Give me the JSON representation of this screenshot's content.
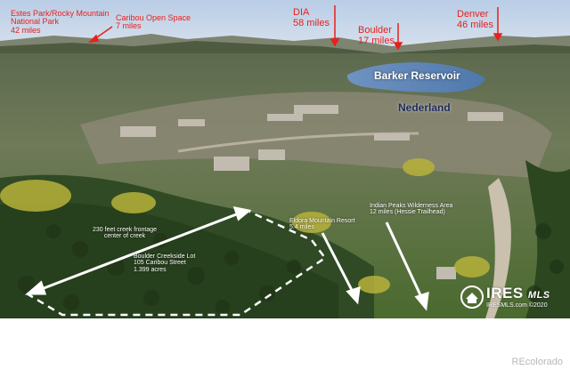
{
  "labels": {
    "estes_park": [
      "Estes Park/Rocky Mountain",
      "National Park",
      "42 miles"
    ],
    "caribou": [
      "Caribou Open Space",
      "7 miles"
    ],
    "dia": [
      "DIA",
      "58 miles"
    ],
    "boulder": [
      "Boulder",
      "17 miles"
    ],
    "denver": [
      "Denver",
      "46 miles"
    ],
    "reservoir": "Barker Reservoir",
    "town": "Nederland",
    "creek_frontage": [
      "230 feet creek frontage",
      "center of creek"
    ],
    "lot": [
      "Boulder Creekside Lot",
      "105 Caribou Street",
      "1.399 acres"
    ],
    "eldora": [
      "Eldora Mountain Resort",
      "5.4 miles"
    ],
    "indian_peaks": [
      "Indian Peaks Wilderness Area",
      "12 miles (Hessie Trailhead)"
    ]
  },
  "watermark": {
    "brand": "IRES",
    "brand_suffix": "MLS",
    "sub": "IRESMLS.com",
    "copyright": "©2020"
  },
  "credit": "REcolorado",
  "colors": {
    "red_text": "#e8201c",
    "arrow": "#ffffff",
    "sky": "#c9d8ea",
    "forest": "#2f4a24",
    "water": "#5f86b5"
  }
}
